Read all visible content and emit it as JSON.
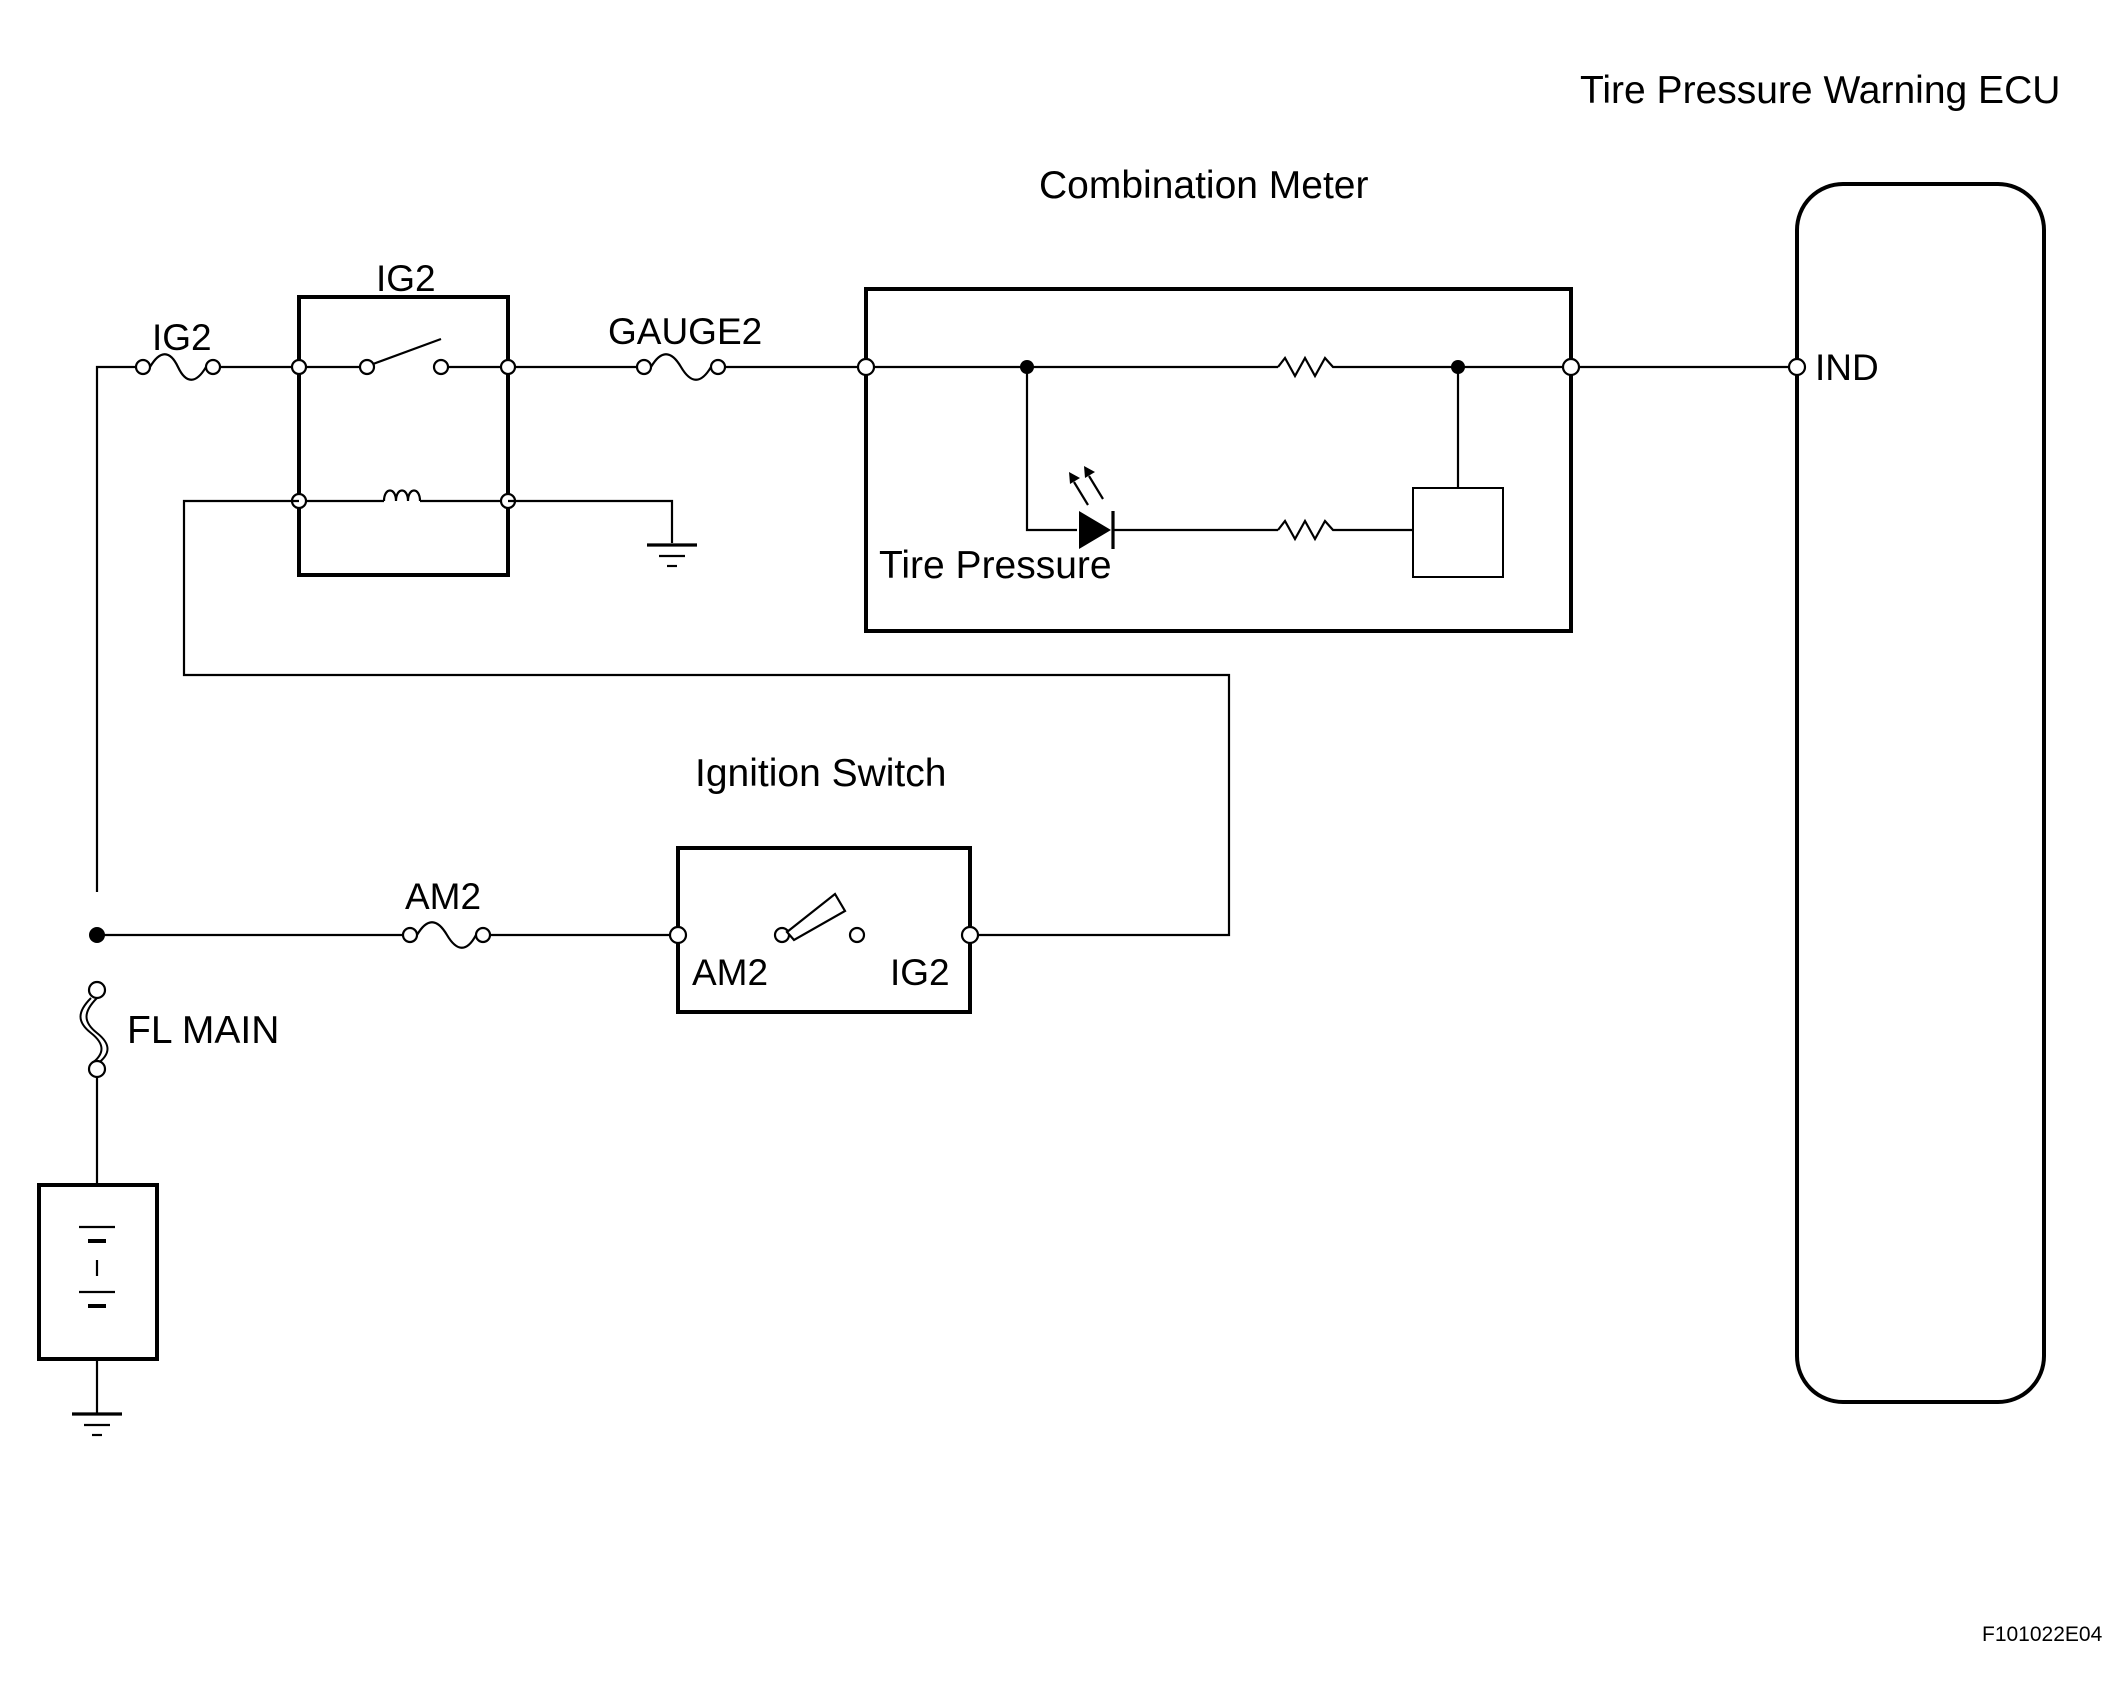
{
  "labels": {
    "ecu_title": "Tire Pressure Warning ECU",
    "meter_title": "Combination Meter",
    "relay_title": "IG2",
    "fuse_ig2": "IG2",
    "fuse_gauge2": "GAUGE2",
    "ind_pin": "IND",
    "lamp_label": "Tire Pressure",
    "ignition_title": "Ignition Switch",
    "fuse_am2": "AM2",
    "switch_am2": "AM2",
    "switch_ig2": "IG2",
    "fl_main": "FL MAIN",
    "figure_code": "F101022E04"
  }
}
